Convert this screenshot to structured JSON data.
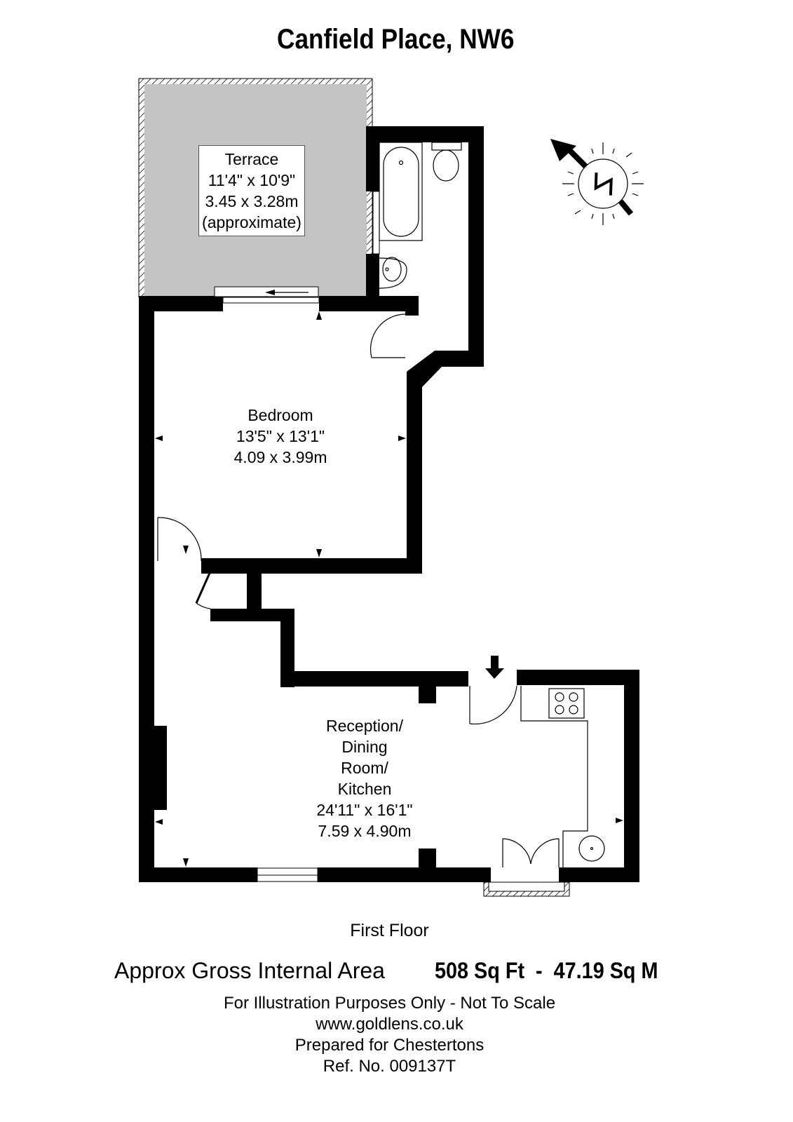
{
  "title": "Canfield Place, NW6",
  "rooms": {
    "terrace": {
      "name": "Terrace",
      "imperial": "11'4\" x 10'9\"",
      "metric": "3.45 x 3.28m",
      "note": "(approximate)"
    },
    "bedroom": {
      "name": "Bedroom",
      "imperial": "13'5\" x 13'1\"",
      "metric": "4.09 x 3.99m"
    },
    "reception": {
      "name_lines": [
        "Reception/",
        "Dining",
        "Room/",
        "Kitchen"
      ],
      "imperial": "24'11\" x 16'1\"",
      "metric": "7.59 x 4.90m"
    }
  },
  "compass": {
    "letter": "N",
    "icon": "north-arrow-icon"
  },
  "floor_label": "First Floor",
  "area": {
    "label": "Approx Gross Internal Area",
    "value": "508 Sq Ft  -  47.19 Sq M"
  },
  "footer": {
    "disclaimer": "For Illustration Purposes Only - Not To Scale",
    "website": "www.goldlens.co.uk",
    "prepared_for": "Prepared for Chestertons",
    "ref": "Ref. No. 009137T"
  },
  "colors": {
    "wall": "#000000",
    "terrace": "#c4c4c4"
  }
}
